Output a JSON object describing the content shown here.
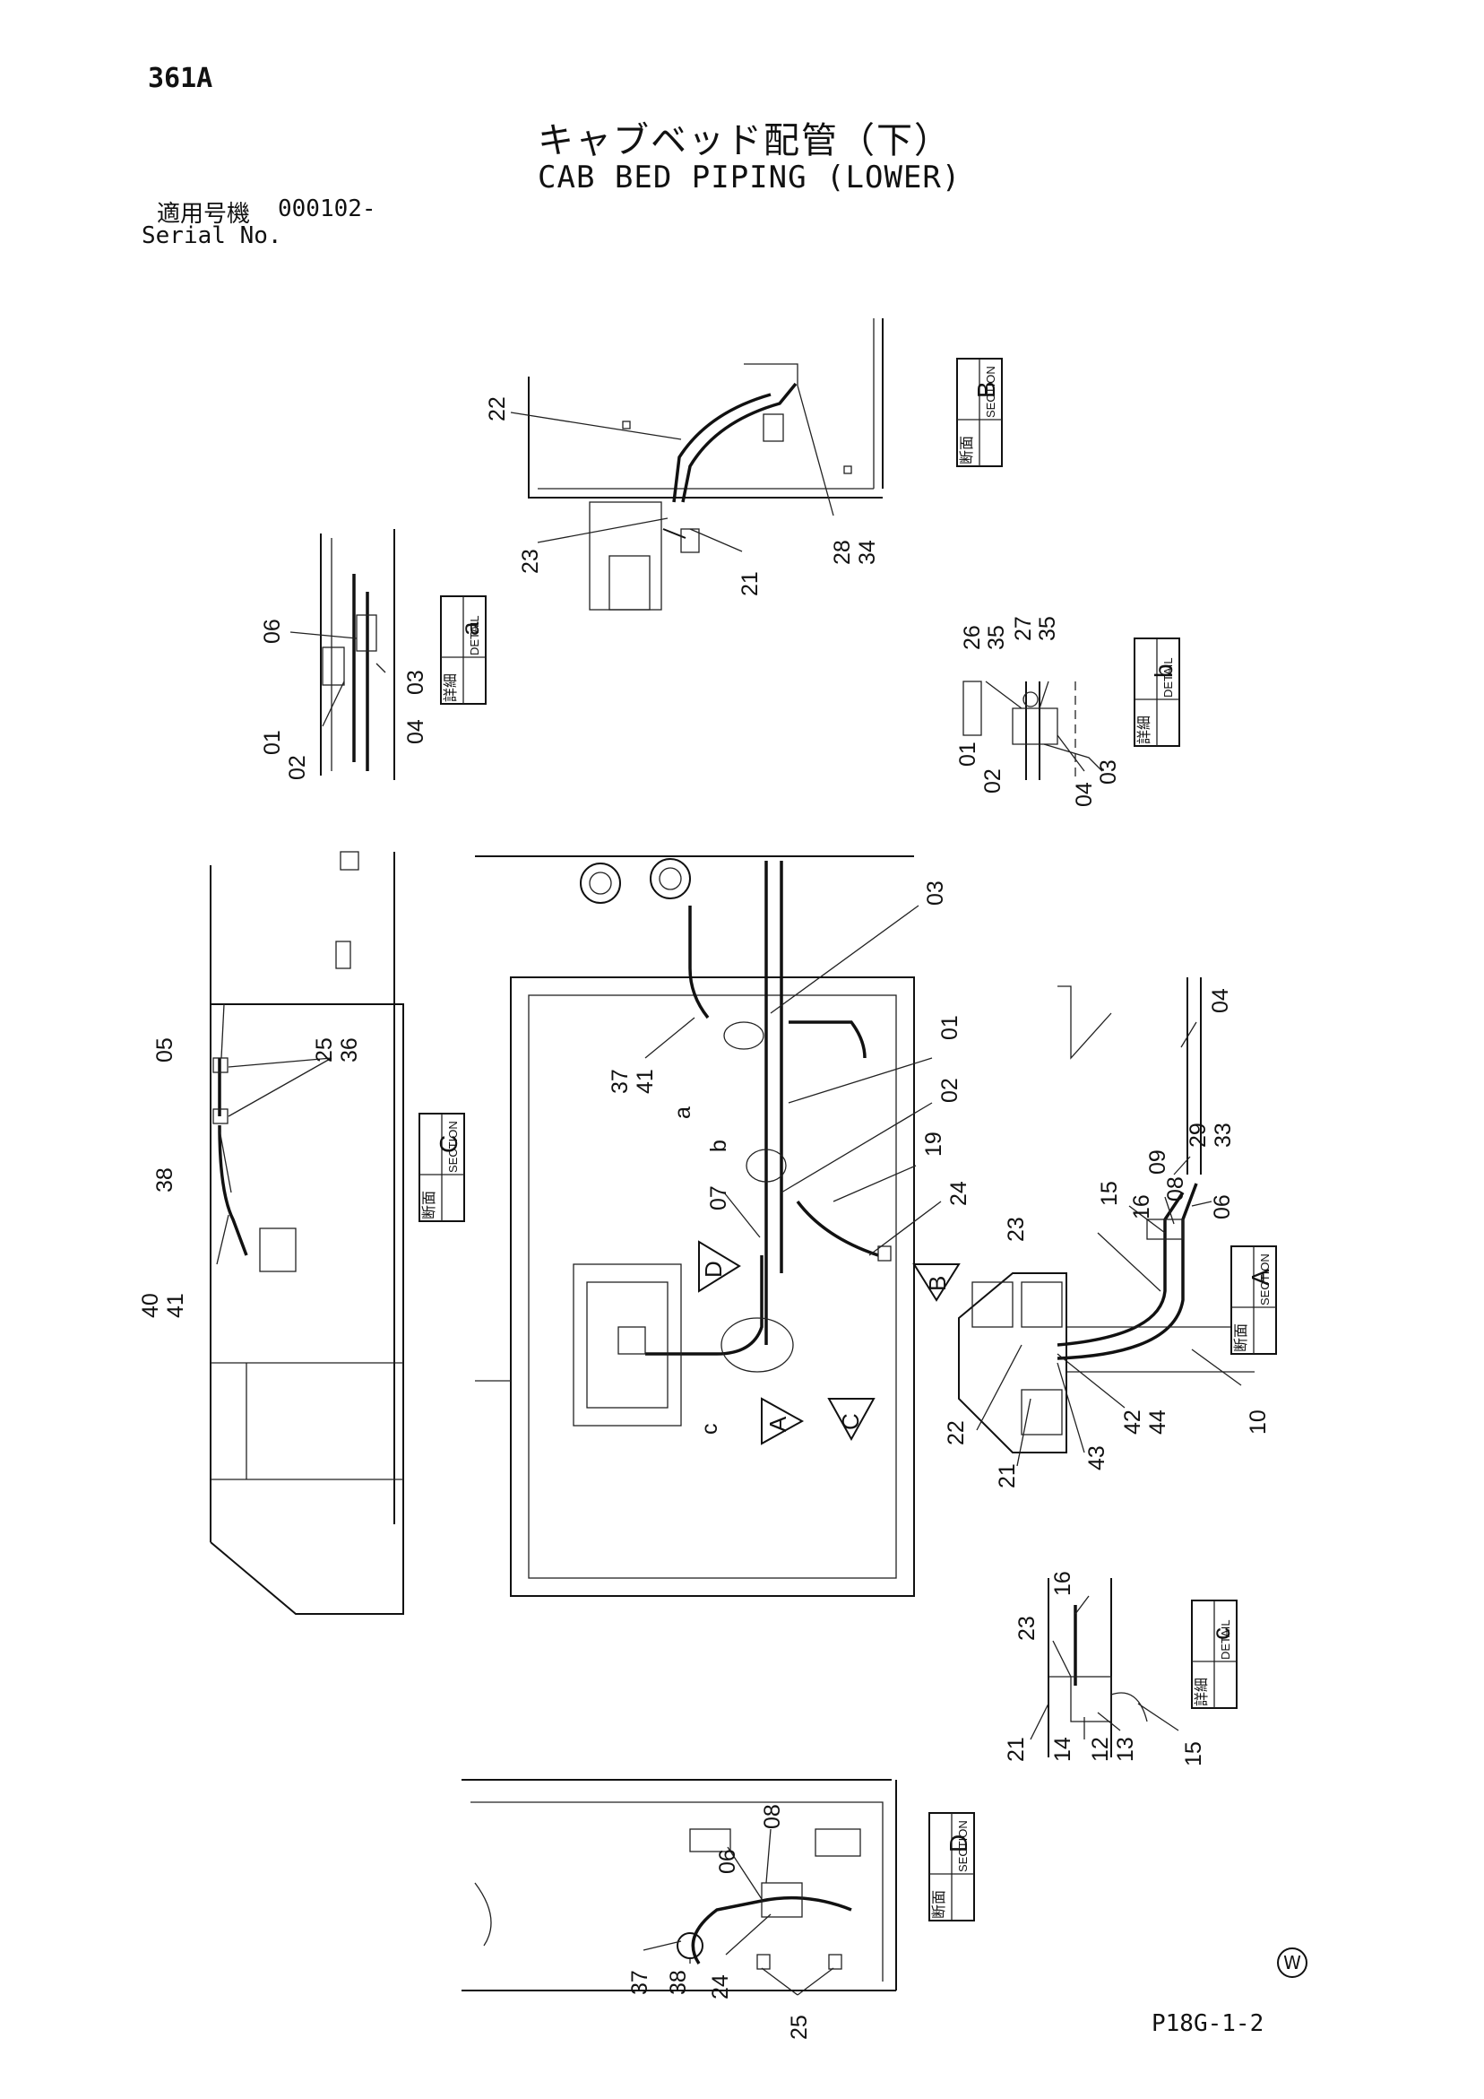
{
  "header": {
    "page_number": "361A",
    "title_jp": "キャブベッド配管（下）",
    "title_en": "CAB BED PIPING (LOWER)",
    "serial_label_jp": "適用号機",
    "serial_value": "000102-",
    "serial_label_en": "Serial No."
  },
  "footer": {
    "page_code": "P18G-1-2",
    "mark": "W"
  },
  "views": {
    "section_b": {
      "word_jp": "断面",
      "word_en": "SECTION",
      "letter": "B",
      "callouts": [
        "22",
        "23",
        "21",
        "28",
        "34"
      ]
    },
    "detail_a": {
      "word_jp": "詳細",
      "word_en": "DETAIL",
      "letter": "a",
      "callouts": [
        "06",
        "01",
        "02",
        "03",
        "04"
      ]
    },
    "detail_b": {
      "word_jp": "詳細",
      "word_en": "DETAIL",
      "letter": "b",
      "callouts": [
        "26",
        "35",
        "27",
        "35",
        "01",
        "02",
        "03",
        "04"
      ]
    },
    "section_c": {
      "word_jp": "断面",
      "word_en": "SECTION",
      "letter": "C",
      "callouts": [
        "05",
        "25",
        "36",
        "38",
        "40",
        "41"
      ]
    },
    "main": {
      "callouts": [
        "03",
        "01",
        "02",
        "37",
        "41",
        "a",
        "b",
        "19",
        "07",
        "24",
        "c"
      ],
      "arrows": [
        "D",
        "B",
        "A",
        "C"
      ]
    },
    "section_a": {
      "word_jp": "断面",
      "word_en": "SECTION",
      "letter": "A",
      "callouts": [
        "04",
        "29",
        "33",
        "09",
        "08",
        "06",
        "16",
        "15",
        "23",
        "22",
        "21",
        "43",
        "42",
        "44",
        "10"
      ]
    },
    "detail_c": {
      "word_jp": "詳細",
      "word_en": "DETAIL",
      "letter": "c",
      "callouts": [
        "16",
        "23",
        "21",
        "14",
        "12",
        "13",
        "15"
      ]
    },
    "section_d": {
      "word_jp": "断面",
      "word_en": "SECTION",
      "letter": "D",
      "callouts": [
        "08",
        "06",
        "37",
        "38",
        "24",
        "25"
      ]
    }
  }
}
